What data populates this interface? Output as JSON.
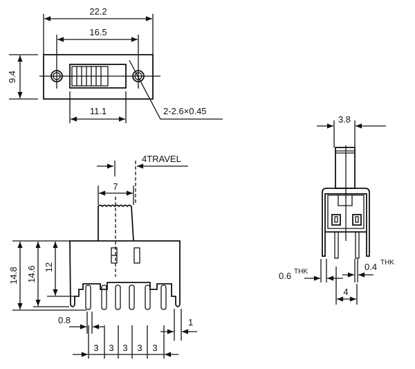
{
  "top_view": {
    "overall_width": "22.2",
    "hole_spacing": "16.5",
    "height": "9.4",
    "slot_width": "11.1",
    "hole_spec": "2-2.6×0.45"
  },
  "side_view": {
    "actuator_width": "7",
    "travel": "4TRAVEL",
    "height_total": "14.8",
    "height_body": "14.6",
    "height_pin": "12",
    "pin_width": "0.8",
    "leg_width": "1",
    "pitches": [
      "3",
      "3",
      "3",
      "3",
      "3"
    ]
  },
  "end_view": {
    "actuator_width": "3.8",
    "leg_thk": "0.6",
    "leg_thk_unit": "THK",
    "pin_thk": "0.4",
    "pin_thk_unit": "THK",
    "pin_spacing": "4"
  }
}
